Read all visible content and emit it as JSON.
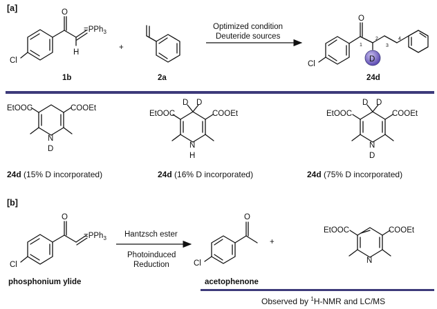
{
  "panel_a": {
    "tag": "[a]",
    "reagent_line1": "Optimized condition",
    "reagent_line2": "Deuteride sources",
    "compound_1b": "1b",
    "compound_2a": "2a",
    "compound_24d": "24d",
    "plus": "+",
    "cl": "Cl",
    "o": "O",
    "p": "=PPh",
    "p_sub": "3",
    "h": "H",
    "d": "D",
    "num1": "1",
    "num2": "2",
    "num3": "3",
    "num4": "4",
    "ester_left": "EtOOC",
    "ester_right": "COOEt",
    "nh_n": "N",
    "nh_h": "H",
    "nd_d": "D",
    "result1_bold": "24d",
    "result1_rest": " (15% D incorporated)",
    "result2_bold": "24d",
    "result2_rest": " (16% D incorporated)",
    "result3_bold": "24d",
    "result3_rest": " (75% D incorporated)"
  },
  "panel_b": {
    "tag": "[b]",
    "reagent_top": "Hantzsch ester",
    "reagent_bottom1": "Photoinduced",
    "reagent_bottom2": "Reduction",
    "ylide_label": "phosphonium ylide",
    "product_label": "acetophenone",
    "plus": "+",
    "ester_left": "EtOOC",
    "ester_right": "COOEt",
    "n": "N",
    "observed_pre": "Observed by ",
    "observed_sup": "1",
    "observed_post": "H-NMR and LC/MS"
  },
  "colors": {
    "rule": "#3d3a7a",
    "deuterium_ball": "#7b6bc4"
  }
}
